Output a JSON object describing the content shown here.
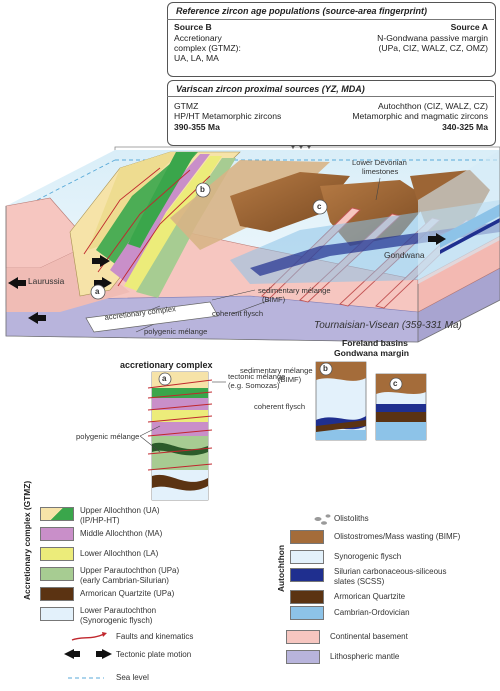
{
  "top_box": {
    "title": "Reference zircon age populations (source-area fingerprint)",
    "source_b": {
      "title": "Source B",
      "line1": "Accretionary",
      "line2": "complex (GTMZ):",
      "line3": "UA, LA, MA"
    },
    "source_a": {
      "title": "Source A",
      "line1": "N-Gondwana passive margin",
      "line2": "(UPa, CIZ, WALZ, CZ, OMZ)"
    }
  },
  "mid_box": {
    "title": "Variscan zircon proximal sources (YZ, MDA)",
    "left1": "GTMZ",
    "left2": "HP/HT Metamorphic zircons",
    "left3": "390-355 Ma",
    "right1": "Autochthon (CIZ, WALZ, CZ)",
    "right2": "Metamorphic and magmatic zircons",
    "right3": "340-325 Ma"
  },
  "block": {
    "lower_devonian_1": "Lower Devonian",
    "lower_devonian_2": "limestones",
    "laurussia": "Laurussia",
    "gondwana": "Gondwana",
    "label_a": "a",
    "label_b": "b",
    "label_c": "c",
    "sed_melange_1": "sedimentary mélange",
    "sed_melange_2": "(BIMF)",
    "accretionary_complex": "accretionary complex",
    "coherent_flysch": "coherent flysch",
    "polygenic_melange": "polygenic mélange",
    "age": "Tournaisian-Visean (359-331 Ma)"
  },
  "inset_acc": {
    "title": "accretionary complex",
    "label_a": "a",
    "tectonic_1": "tectonic mélange",
    "tectonic_2": "(e.g. Somozas)",
    "polygenic": "polygenic mélange"
  },
  "inset_fore": {
    "title1": "Foreland basins",
    "title2": "Gondwana margin",
    "sed1": "sedimentary mélange",
    "sed2": "(BIMF)",
    "coherent": "coherent flysch",
    "label_b": "b",
    "label_c": "c"
  },
  "legend": {
    "gtmz_side": "Accretionary complex (GTMZ)",
    "autochthon_side": "Autochthon",
    "left_items": [
      {
        "l1": "Upper Allochthon (UA)",
        "l2": "(IP/HP-HT)",
        "color": "#f6e3a8"
      },
      {
        "l1": "Middle Allochthon (MA)",
        "l2": "",
        "color": "#c98fc9"
      },
      {
        "l1": "Lower Allochthon (LA)",
        "l2": "",
        "color": "#ecec7a"
      },
      {
        "l1": "Upper Parautochthon (UPa)",
        "l2": "(early Cambrian-Silurian)",
        "color": "#a7cc92"
      },
      {
        "l1": "Armorican Quartzite (UPa)",
        "l2": "",
        "color": "#5b3312"
      },
      {
        "l1": "Lower Parautochthon",
        "l2": "(Synorogenic flysch)",
        "color": "#e3f1fb"
      }
    ],
    "right_items": [
      {
        "l1": "Olistoliths",
        "l2": "",
        "color": "#9a9a9a"
      },
      {
        "l1": "Olistostromes/Mass wasting (BIMF)",
        "l2": "",
        "color": "#a46c3a"
      },
      {
        "l1": "Synorogenic flysch",
        "l2": "",
        "color": "#e3f1fb"
      },
      {
        "l1": "Silurian carbonaceous-siliceous",
        "l2": "slates (SCSS)",
        "color": "#1f2f8f"
      },
      {
        "l1": "Armorican Quartzite",
        "l2": "",
        "color": "#5b3312"
      },
      {
        "l1": "Cambrian-Ordovician",
        "l2": "",
        "color": "#8dc3e8"
      }
    ],
    "faults": "Faults and kinematics",
    "tectonic_motion": "Tectonic plate motion",
    "sea_level": "Sea level",
    "continental": "Continental basement",
    "mantle": "Lithospheric mantle",
    "continental_color": "#f6c6c0",
    "mantle_color": "#b8b4dc"
  }
}
